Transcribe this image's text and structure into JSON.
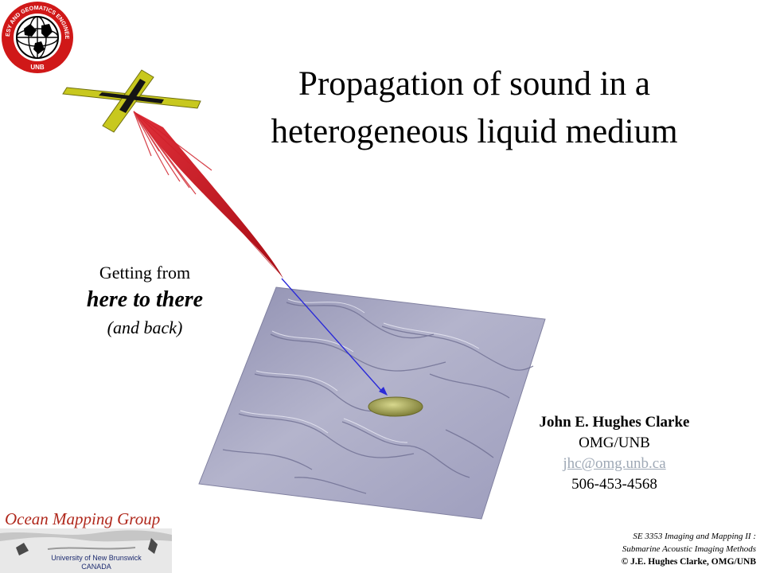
{
  "slide": {
    "title_line1": "Propagation of sound in a",
    "title_line2": "heterogeneous liquid medium"
  },
  "logos": {
    "unb_ring_text": "GEODESY AND GEOMATICS ENGINEERING",
    "unb_bottom_text": "UNB",
    "omg_title": "Ocean Mapping Group",
    "omg_line1": "University of New Brunswick",
    "omg_line2": "CANADA"
  },
  "tagline": {
    "line1": "Getting from",
    "line2": "here to there",
    "line3": "(and back)"
  },
  "author": {
    "name": "John E. Hughes Clarke",
    "org": "OMG/UNB",
    "email": "jhc@omg.unb.ca",
    "phone": "506-453-4568"
  },
  "course": {
    "line1": "SE 3353 Imaging and Mapping II :",
    "line2": "Submarine Acoustic Imaging Methods",
    "copyright": "© J.E. Hughes Clarke, OMG/UNB"
  },
  "colors": {
    "beam_red": "#c4121a",
    "transducer_yellow": "#c8c81e",
    "seafloor": "#a8a8c4",
    "ray_blue": "#2a2ad8",
    "footprint": "#9a9a4a",
    "logo_red": "#d01818"
  }
}
